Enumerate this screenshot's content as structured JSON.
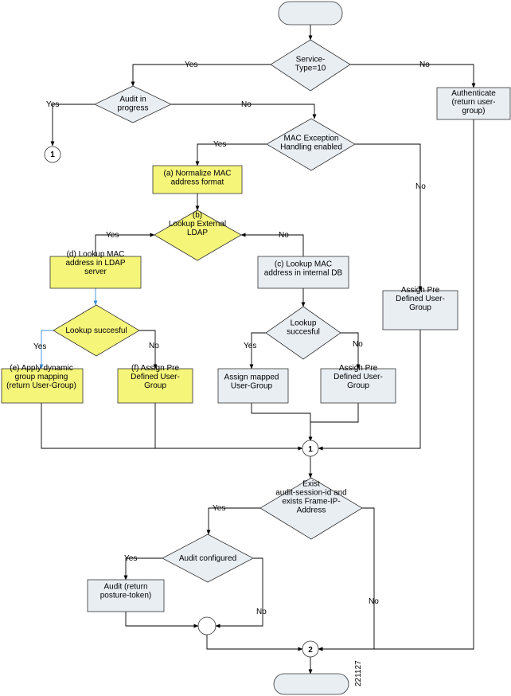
{
  "colors": {
    "yellow": "#f5f57a",
    "gray": "#e9eef3",
    "stroke": "#333333",
    "edge": "#000000",
    "highlight_edge": "#3a8fd9"
  },
  "nodes": {
    "start": {
      "lines": []
    },
    "service_type": {
      "lines": [
        "Service-",
        "Type=10"
      ]
    },
    "authenticate": {
      "lines": [
        "Authenticate",
        "(return user-",
        "group)"
      ]
    },
    "audit_progress": {
      "lines": [
        "Audit in",
        "progress"
      ]
    },
    "connector1_top": {
      "lines": [
        "1"
      ]
    },
    "mac_exception": {
      "lines": [
        "MAC Exception",
        "Handling enabled"
      ]
    },
    "normalize": {
      "lines": [
        "(a) Normalize MAC",
        "address format"
      ]
    },
    "lookup_ldap": {
      "lines": [
        "(b)",
        "Lookup External",
        "LDAP"
      ]
    },
    "lookup_ldap_mac": {
      "lines": [
        "(d) Lookup MAC",
        "address in LDAP",
        "server"
      ]
    },
    "lookup_internal": {
      "lines": [
        "(c) Lookup MAC",
        "address in internal DB"
      ]
    },
    "assign_predef_right": {
      "lines": [
        "Assign Pre",
        "Defined User-",
        "Group"
      ]
    },
    "lookup_ok_ldap": {
      "lines": [
        "Lookup succesful"
      ]
    },
    "lookup_ok_int": {
      "lines": [
        "Lookup",
        "succesful"
      ]
    },
    "apply_dynamic": {
      "lines": [
        "(e) Apply dynamic",
        "group mapping",
        "(return User-Group)"
      ]
    },
    "assign_predef_f": {
      "lines": [
        "(f) Assign Pre",
        "Defined User-",
        "Group"
      ]
    },
    "assign_mapped": {
      "lines": [
        "Assign mapped",
        "User-Group"
      ]
    },
    "assign_predef_mid": {
      "lines": [
        "Assign Pre",
        "Defined User-",
        "Group"
      ]
    },
    "connector1_mid": {
      "lines": [
        "1"
      ]
    },
    "exist_session": {
      "lines": [
        "Exist",
        "audit-session-id and",
        "exists Frame-IP-",
        "Address"
      ]
    },
    "audit_configured": {
      "lines": [
        "Audit configured"
      ]
    },
    "audit_return": {
      "lines": [
        "Audit (return",
        "posture-token)"
      ]
    },
    "merge_circle": {
      "lines": []
    },
    "connector2": {
      "lines": [
        "2"
      ]
    },
    "end": {
      "lines": []
    }
  },
  "edge_labels": {
    "st_yes": "Yes",
    "st_no": "No",
    "ap_yes": "Yes",
    "ap_no": "No",
    "me_yes": "Yes",
    "me_no": "No",
    "ld_yes": "Yes",
    "ld_no": "No",
    "lk1_yes": "Yes",
    "lk1_no": "No",
    "lk2_yes": "Yes",
    "lk2_no": "No",
    "es_yes": "Yes",
    "es_no": "No",
    "ac_yes": "Yes",
    "ac_no": "No"
  },
  "figure_id": "221127"
}
